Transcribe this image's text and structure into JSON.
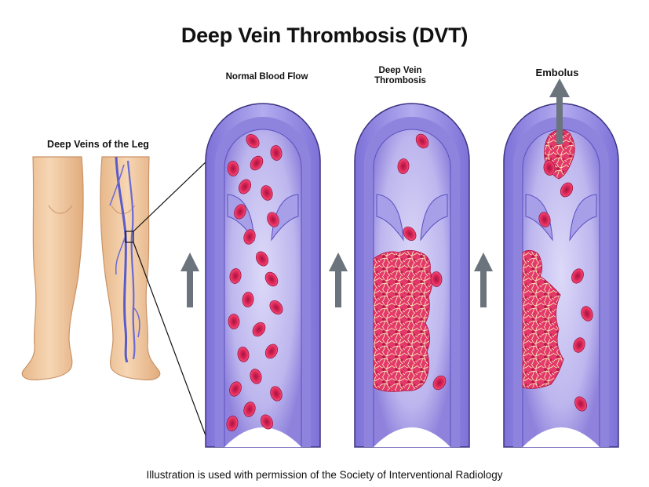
{
  "title": "Deep Vein Thrombosis (DVT)",
  "labels": {
    "leg": "Deep Veins of the Leg",
    "normal": "Normal Blood Flow",
    "dvt_line1": "Deep Vein",
    "dvt_line2": "Thrombosis",
    "embolus": "Embolus"
  },
  "credit": "Illustration is used with permission of the Society of Interventional Radiology",
  "colors": {
    "vein_outer": "#9a8fe0",
    "vein_wall": "#7b6fd6",
    "vein_inner": "#c9c4f2",
    "blood_cell": "#e0285a",
    "clot_fiber": "#f4e3b0",
    "arrow": "#6b737c",
    "skin": "#f2c9a0"
  }
}
